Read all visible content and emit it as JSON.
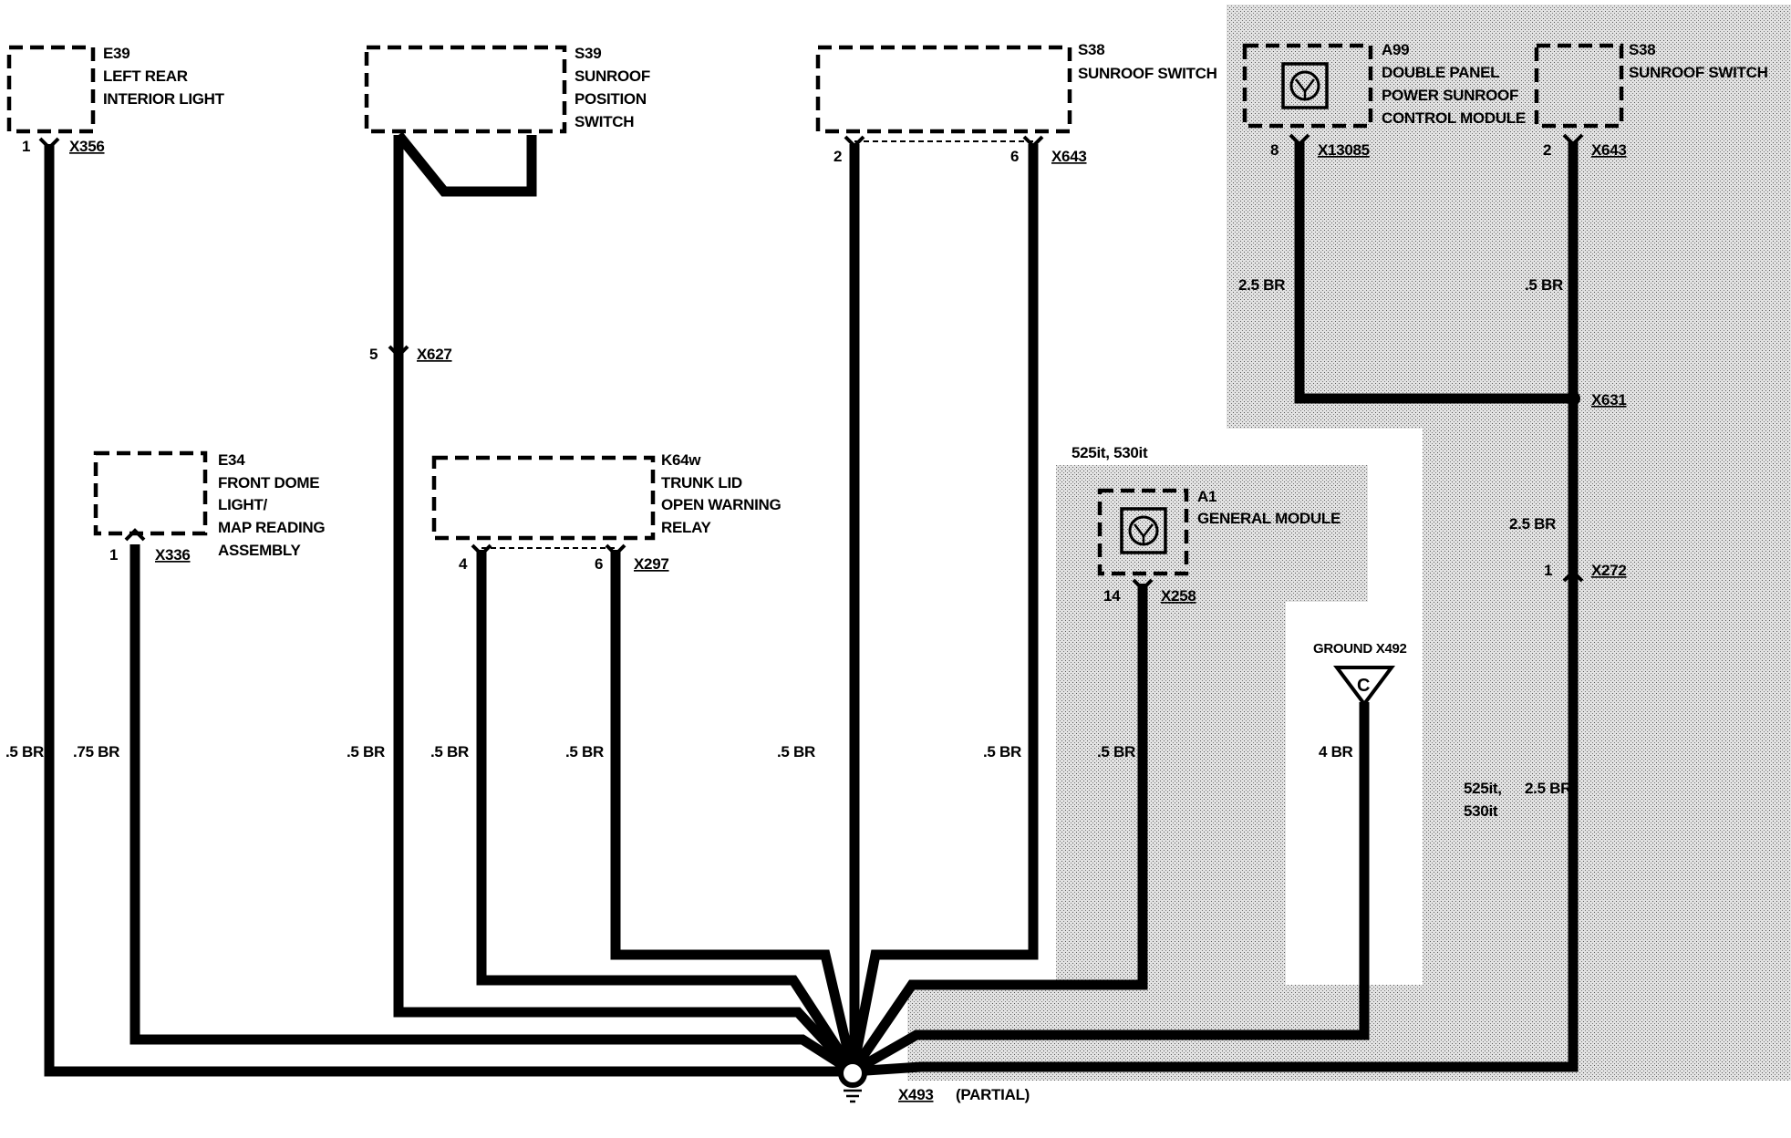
{
  "components": {
    "e39": {
      "ref": "E39",
      "line1": "LEFT REAR",
      "line2": "INTERIOR LIGHT",
      "pin": "1",
      "conn": "X356"
    },
    "s39": {
      "ref": "S39",
      "line1": "SUNROOF",
      "line2": "POSITION",
      "line3": "SWITCH",
      "pin": "5",
      "conn": "X627"
    },
    "s38a": {
      "ref": "S38",
      "line1": "SUNROOF SWITCH",
      "pin_left": "2",
      "pin_right": "6",
      "conn": "X643"
    },
    "a99": {
      "ref": "A99",
      "line1": "DOUBLE PANEL",
      "line2": "POWER SUNROOF",
      "line3": "CONTROL MODULE",
      "pin": "8",
      "conn": "X13085"
    },
    "s38b": {
      "ref": "S38",
      "line1": "SUNROOF SWITCH",
      "pin": "2",
      "conn": "X643"
    },
    "e34": {
      "ref": "E34",
      "line1": "FRONT DOME",
      "line2": "LIGHT/",
      "line3": "MAP READING",
      "line4": "ASSEMBLY",
      "pin": "1",
      "conn": "X336"
    },
    "k64w": {
      "ref": "K64w",
      "line1": "TRUNK LID",
      "line2": "OPEN WARNING",
      "line3": "RELAY",
      "pin_left": "4",
      "pin_right": "6",
      "conn": "X297"
    },
    "a1": {
      "ref": "A1",
      "line1": "GENERAL MODULE",
      "pin": "14",
      "conn": "X258",
      "variant": "525it, 530it"
    },
    "ground_x492": {
      "label": "GROUND X492",
      "letter": "C"
    },
    "x272": {
      "pin": "1",
      "conn": "X272"
    },
    "x631": {
      "conn": "X631"
    },
    "ground_x493": {
      "conn": "X493",
      "note": "(PARTIAL)"
    }
  },
  "wires": {
    "w_e39": ".5 BR",
    "w_e34": ".75 BR",
    "w_s39": ".5 BR",
    "w_k64_4": ".5 BR",
    "w_k64_6": ".5 BR",
    "w_s38_2": ".5 BR",
    "w_s38_6": ".5 BR",
    "w_a1": ".5 BR",
    "w_x492": "4 BR",
    "w_a99": "2.5 BR",
    "w_s38b": ".5 BR",
    "w_x631_x272": "2.5 BR",
    "w_x272_main": "2.5 BR",
    "w_x272_variant_a": "525it,",
    "w_x272_variant_b": "530it"
  },
  "colors": {
    "wire": "#000000",
    "shade": "#d4d4d4",
    "background": "#ffffff"
  }
}
